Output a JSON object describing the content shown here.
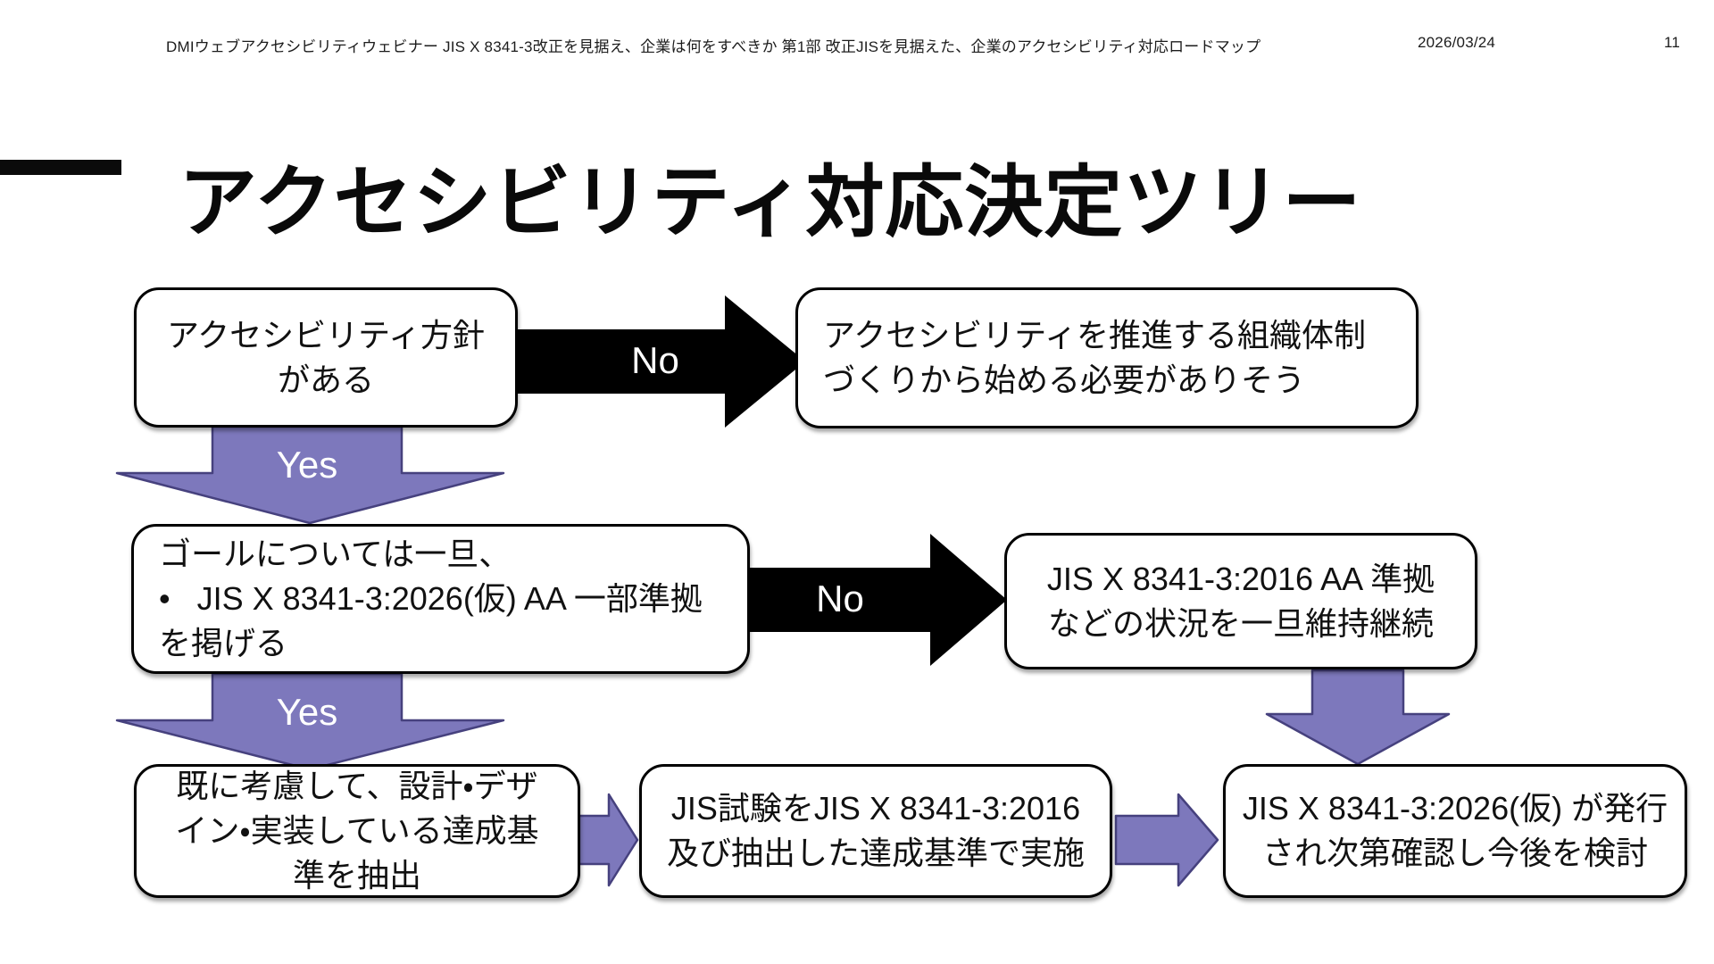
{
  "header": {
    "title": "DMIウェブアクセシビリティウェビナー JIS X 8341-3改正を見据え、企業は何をすべきか 第1部 改正JISを見据えた、企業のアクセシビリティ対応ロードマップ",
    "date": "2026/03/24",
    "page_number": "11"
  },
  "slide": {
    "title": "アクセシビリティ対応決定ツリー"
  },
  "colors": {
    "arrow_purple": "#7D78BC",
    "arrow_purple_border": "#46417E",
    "arrow_black": "#000000",
    "box_border": "#000000",
    "background": "#ffffff"
  },
  "diagram": {
    "box_policy": {
      "lines": [
        "アクセシビリティ方針",
        "がある"
      ]
    },
    "box_org": {
      "lines": [
        "アクセシビリティを推進する組織体制",
        "づくりから始める必要がありそう"
      ]
    },
    "box_goal": {
      "lines": [
        "ゴールについては一旦、",
        "•   JIS X 8341-3:2026(仮) AA 一部準拠",
        "を掲げる"
      ]
    },
    "box_maintain": {
      "lines": [
        "JIS X 8341-3:2016 AA 準拠",
        "などの状況を一旦維持継続"
      ]
    },
    "box_extract": {
      "lines": [
        "既に考慮して、設計・デザ",
        "イン・実装している達成基",
        "準を抽出"
      ]
    },
    "box_test": {
      "lines": [
        "JIS試験をJIS X 8341-3:2016",
        "及び抽出した達成基準で実施"
      ]
    },
    "box_review": {
      "lines": [
        "JIS X 8341-3:2026(仮) が発行",
        "され次第確認し今後を検討"
      ]
    },
    "labels": {
      "no1": "No",
      "yes1": "Yes",
      "no2": "No",
      "yes2": "Yes"
    }
  }
}
